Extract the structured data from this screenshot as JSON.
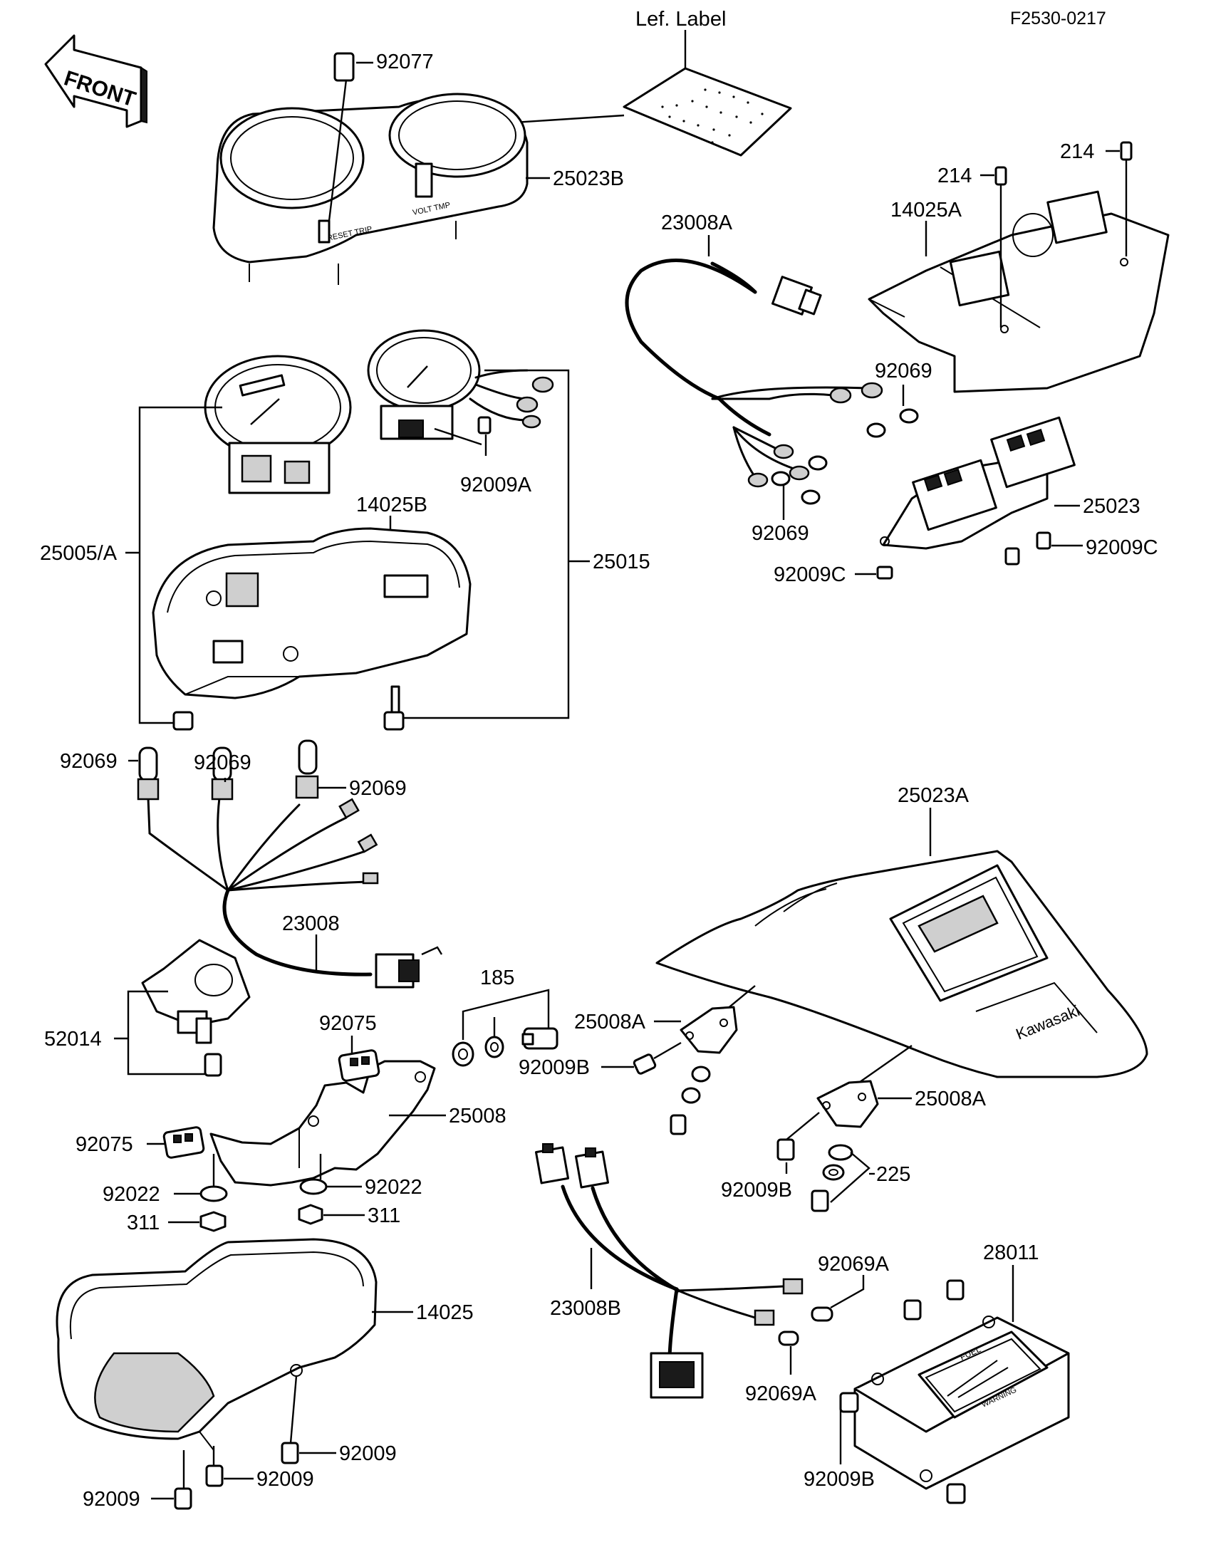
{
  "diagram": {
    "ref_code": "F2530-0217",
    "front_label": "FRONT",
    "label_sheet": "Lef. Label",
    "part_labels": {
      "p92077": "92077",
      "p25023B": "25023B",
      "p23008A": "23008A",
      "p214a": "214",
      "p214b": "214",
      "p14025A": "14025A",
      "p92069_tr": "92069",
      "p92009A": "92009A",
      "p14025B": "14025B",
      "p25005A": "25005/A",
      "p25015": "25015",
      "p92069_mid": "92069",
      "p25023": "25023",
      "p92009C_r": "92009C",
      "p92009C_l": "92009C",
      "p92069_l1": "92069",
      "p92069_l2": "92069",
      "p92069_l3": "92069",
      "p25023A": "25023A",
      "p23008": "23008",
      "p185": "185",
      "p52014": "52014",
      "p92075_a": "92075",
      "p25008A_a": "25008A",
      "p92009B_a": "92009B",
      "p25008": "25008",
      "p25008A_b": "25008A",
      "p92075_b": "92075",
      "p92022_a": "92022",
      "p92022_b": "92022",
      "p311_a": "311",
      "p311_b": "311",
      "p225": "225",
      "p92009B_b": "92009B",
      "p28011": "28011",
      "p92069A_a": "92069A",
      "p23008B": "23008B",
      "p14025": "14025",
      "p92069A_b": "92069A",
      "p92009_a": "92009",
      "p92009_b": "92009",
      "p92009_c": "92009",
      "p92009B_c": "92009B"
    },
    "imprints": {
      "brand": "Kawasaki",
      "fuel": "FUEL",
      "warning": "WARNING",
      "reset_trip": "RESET TRIP",
      "volt_tmp": "VOLT TMP"
    }
  }
}
